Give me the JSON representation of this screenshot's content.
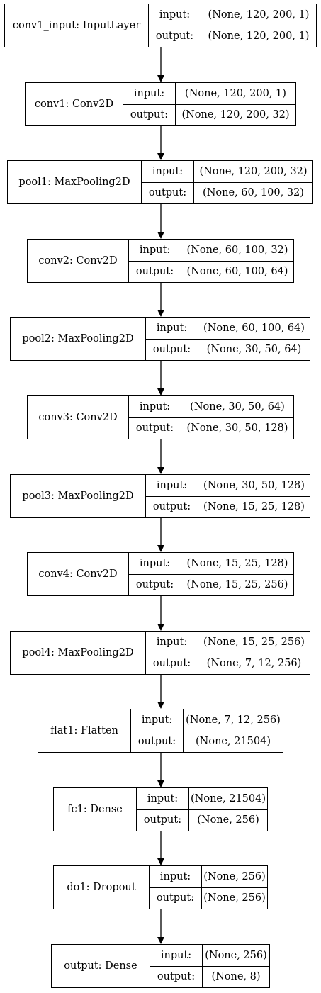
{
  "layers": [
    {
      "name": "conv1_input: InputLayer",
      "input_label": "input:",
      "output_label": "output:",
      "input_shape": "(None, 120, 200, 1)",
      "output_shape": "(None, 120, 200, 1)"
    },
    {
      "name": "conv1: Conv2D",
      "input_label": "input:",
      "output_label": "output:",
      "input_shape": "(None, 120, 200, 1)",
      "output_shape": "(None, 120, 200, 32)"
    },
    {
      "name": "pool1: MaxPooling2D",
      "input_label": "input:",
      "output_label": "output:",
      "input_shape": "(None, 120, 200, 32)",
      "output_shape": "(None, 60, 100, 32)"
    },
    {
      "name": "conv2: Conv2D",
      "input_label": "input:",
      "output_label": "output:",
      "input_shape": "(None, 60, 100, 32)",
      "output_shape": "(None, 60, 100, 64)"
    },
    {
      "name": "pool2: MaxPooling2D",
      "input_label": "input:",
      "output_label": "output:",
      "input_shape": "(None, 60, 100, 64)",
      "output_shape": "(None, 30, 50, 64)"
    },
    {
      "name": "conv3: Conv2D",
      "input_label": "input:",
      "output_label": "output:",
      "input_shape": "(None, 30, 50, 64)",
      "output_shape": "(None, 30, 50, 128)"
    },
    {
      "name": "pool3: MaxPooling2D",
      "input_label": "input:",
      "output_label": "output:",
      "input_shape": "(None, 30, 50, 128)",
      "output_shape": "(None, 15, 25, 128)"
    },
    {
      "name": "conv4: Conv2D",
      "input_label": "input:",
      "output_label": "output:",
      "input_shape": "(None, 15, 25, 128)",
      "output_shape": "(None, 15, 25, 256)"
    },
    {
      "name": "pool4: MaxPooling2D",
      "input_label": "input:",
      "output_label": "output:",
      "input_shape": "(None, 15, 25, 256)",
      "output_shape": "(None, 7, 12, 256)"
    },
    {
      "name": "flat1: Flatten",
      "input_label": "input:",
      "output_label": "output:",
      "input_shape": "(None, 7, 12, 256)",
      "output_shape": "(None, 21504)"
    },
    {
      "name": "fc1: Dense",
      "input_label": "input:",
      "output_label": "output:",
      "input_shape": "(None, 21504)",
      "output_shape": "(None, 256)"
    },
    {
      "name": "do1: Dropout",
      "input_label": "input:",
      "output_label": "output:",
      "input_shape": "(None, 256)",
      "output_shape": "(None, 256)"
    },
    {
      "name": "output: Dense",
      "input_label": "input:",
      "output_label": "output:",
      "input_shape": "(None, 256)",
      "output_shape": "(None, 8)"
    }
  ]
}
